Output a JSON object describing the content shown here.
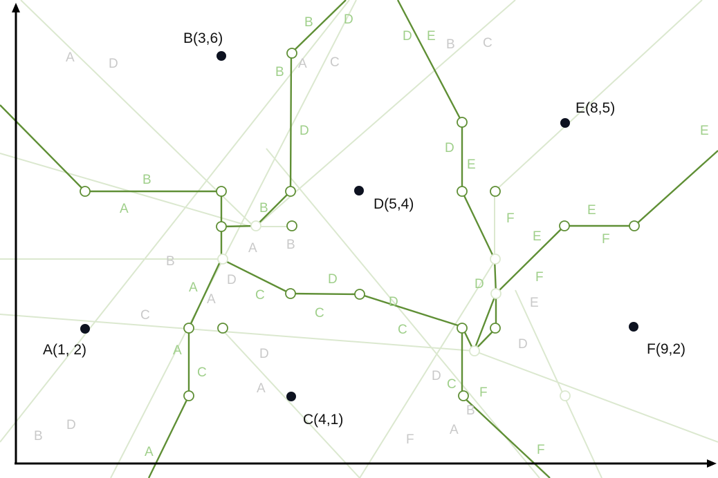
{
  "sites": [
    {
      "label": "A(1, 2)"
    },
    {
      "label": "B(3,6)"
    },
    {
      "label": "C(4,1)"
    },
    {
      "label": "D(5,4)"
    },
    {
      "label": "E(8,5)"
    },
    {
      "label": "F(9,2)"
    }
  ],
  "edge_labels": {
    "green": [
      "B",
      "D",
      "D",
      "E",
      "B",
      "D",
      "E",
      "B",
      "A",
      "B",
      "A",
      "D",
      "C",
      "D",
      "C",
      "D",
      "E",
      "F",
      "E",
      "F",
      "F",
      "E",
      "D",
      "A",
      "C",
      "C",
      "F",
      "F",
      "C",
      "A"
    ],
    "gray": [
      "A",
      "D",
      "A",
      "C",
      "B",
      "C",
      "A",
      "B",
      "B",
      "A",
      "D",
      "A",
      "D",
      "C",
      "E",
      "D",
      "D",
      "B",
      "A",
      "B",
      "D",
      "F"
    ]
  },
  "colors": {
    "voronoi_edge": "#5f8f35",
    "construction_line": "#dbe8cf",
    "site_fill": "#0d1220",
    "axis": "#000000"
  }
}
